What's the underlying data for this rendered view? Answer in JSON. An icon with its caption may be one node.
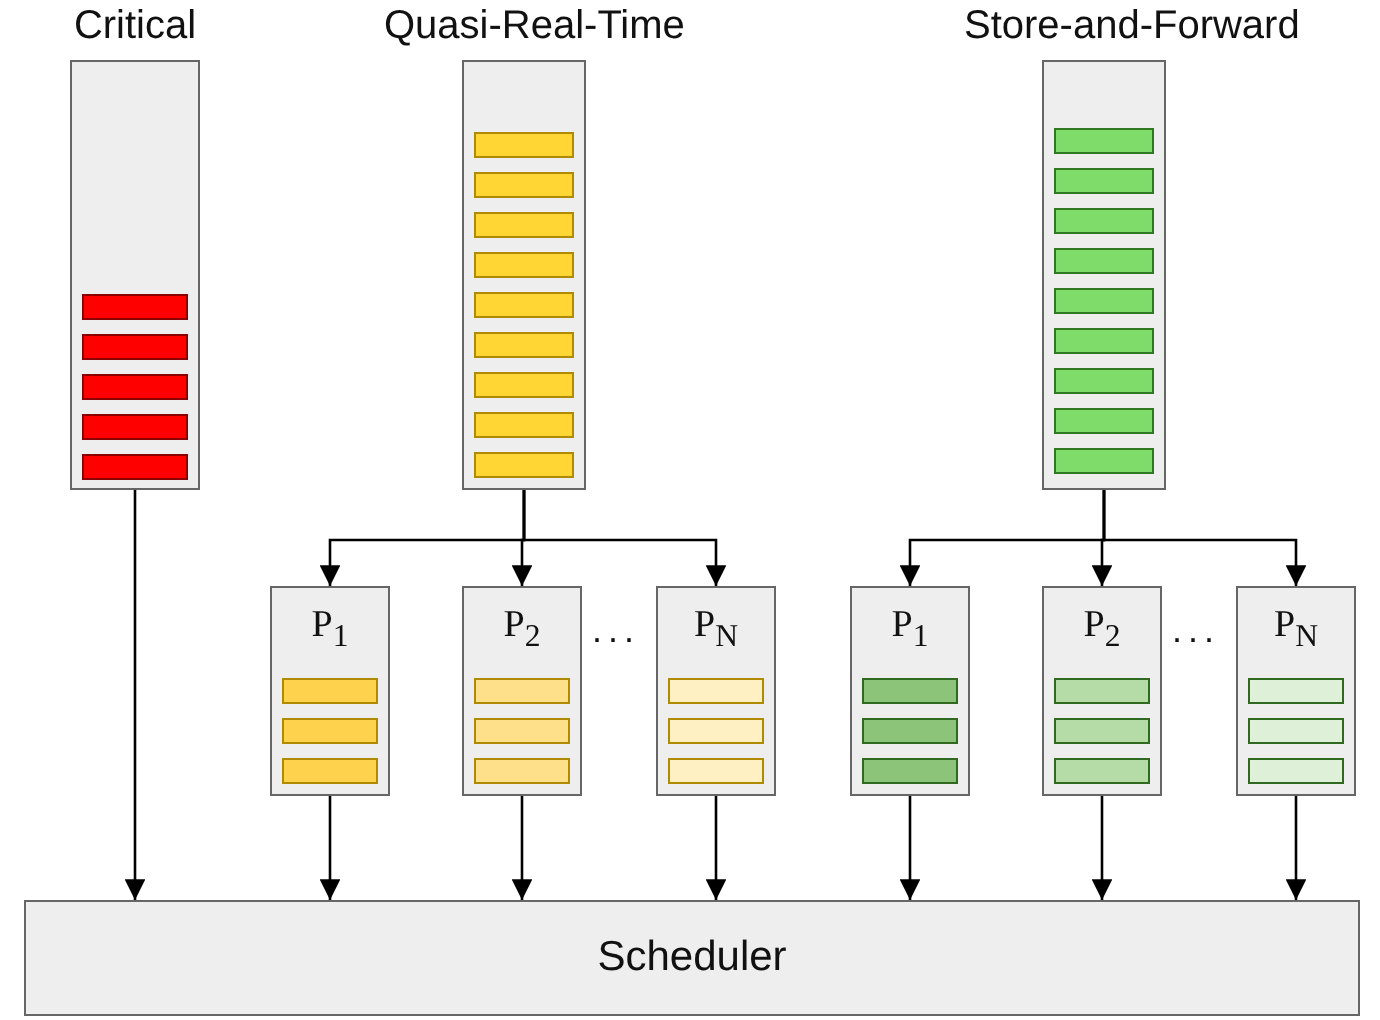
{
  "diagram": {
    "nodes": [
      {
        "text": [
          "Critical"
        ]
      },
      {
        "text": [
          "Quasi-Real-Time"
        ]
      },
      {
        "text": [
          "Store-and-Forward"
        ]
      },
      {
        "text": [
          "P$_{1}$"
        ]
      },
      {
        "text": [
          "P$_{2}$"
        ]
      },
      {
        "text": [
          "P$_{N}$"
        ]
      },
      {
        "text": [
          "P$_{1}$"
        ]
      },
      {
        "text": [
          "P$_{2}$"
        ]
      },
      {
        "text": [
          "P$_{N}$"
        ]
      },
      {
        "text": [
          "Scheduler"
        ]
      }
    ],
    "edges": [
      {
        "from": 1,
        "to": 3,
        "arrow": "to"
      },
      {
        "from": 1,
        "to": 4,
        "arrow": "to"
      },
      {
        "from": 1,
        "to": 5,
        "arrow": "to"
      },
      {
        "from": 2,
        "to": 6,
        "arrow": "to"
      },
      {
        "from": 2,
        "to": 7,
        "arrow": "to"
      },
      {
        "from": 2,
        "to": 8,
        "arrow": "to"
      },
      {
        "from": 0,
        "to": 9,
        "arrow": "to"
      },
      {
        "from": 3,
        "to": 9,
        "arrow": "to"
      },
      {
        "from": 4,
        "to": 9,
        "arrow": "to"
      },
      {
        "from": 5,
        "to": 9,
        "arrow": "to"
      },
      {
        "from": 6,
        "to": 9,
        "arrow": "to"
      },
      {
        "from": 7,
        "to": 9,
        "arrow": "to"
      },
      {
        "from": 8,
        "to": 9,
        "arrow": "to"
      }
    ],
    "labels": [
      "...",
      "..."
    ]
  }
}
